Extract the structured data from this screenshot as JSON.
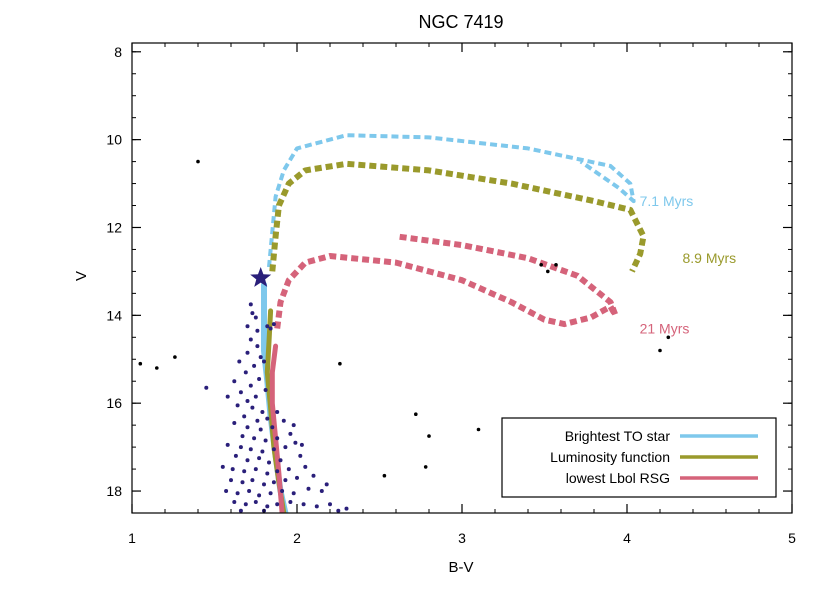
{
  "chart_data": {
    "type": "scatter",
    "title": "NGC 7419",
    "xlabel": "B-V",
    "ylabel": "V",
    "xlim": [
      1,
      5
    ],
    "ylim": [
      18.5,
      7.8
    ],
    "y_inverted": true,
    "grid": false,
    "legend_position": "bottom-right",
    "x_ticks": [
      "1",
      "2",
      "3",
      "4",
      "5"
    ],
    "y_ticks": [
      "8",
      "10",
      "12",
      "14",
      "16",
      "18"
    ],
    "colors": {
      "stars_member": "#2a1f7a",
      "stars_field": "#000000",
      "track_7_1": "#7ec8ec",
      "track_8_9": "#9a9a2c",
      "track_21": "#d5637a"
    },
    "isochrone_labels": [
      {
        "text": "7.1 Myrs",
        "color": "#7ec8ec",
        "x": 4.04,
        "y": 11.4
      },
      {
        "text": "8.9 Myrs",
        "color": "#9a9a2c",
        "x": 4.3,
        "y": 12.7
      },
      {
        "text": "21 Myrs",
        "color": "#d5637a",
        "x": 4.04,
        "y": 14.3
      }
    ],
    "legend": [
      {
        "label": "Brightest TO star",
        "color": "#7ec8ec"
      },
      {
        "label": "Luminosity function",
        "color": "#9a9a2c"
      },
      {
        "label": "lowest Lbol RSG",
        "color": "#d5637a"
      }
    ],
    "highlight_star": {
      "x": 1.78,
      "y": 13.15,
      "color": "#2a1f7a"
    },
    "series": [
      {
        "name": "Brightest TO star",
        "kind": "main-sequence",
        "color": "#7ec8ec",
        "width": 6,
        "points": [
          [
            1.8,
            13.3
          ],
          [
            1.8,
            14.0
          ],
          [
            1.8,
            14.8
          ],
          [
            1.82,
            15.5
          ],
          [
            1.84,
            16.3
          ],
          [
            1.87,
            17.2
          ],
          [
            1.9,
            18.0
          ],
          [
            1.93,
            18.5
          ]
        ]
      },
      {
        "name": "Brightest TO star",
        "kind": "evolved",
        "dashed": true,
        "color": "#7ec8ec",
        "width": 4,
        "points": [
          [
            1.83,
            12.9
          ],
          [
            1.85,
            12.1
          ],
          [
            1.87,
            11.3
          ],
          [
            1.92,
            10.7
          ],
          [
            2.0,
            10.2
          ],
          [
            2.3,
            9.9
          ],
          [
            2.8,
            9.95
          ],
          [
            3.4,
            10.2
          ],
          [
            3.9,
            10.6
          ],
          [
            4.02,
            11.0
          ],
          [
            4.04,
            11.4
          ],
          [
            3.95,
            11.1
          ],
          [
            3.72,
            10.5
          ]
        ]
      },
      {
        "name": "Luminosity function",
        "kind": "main-sequence",
        "color": "#9a9a2c",
        "width": 5,
        "points": [
          [
            1.84,
            13.9
          ],
          [
            1.83,
            14.6
          ],
          [
            1.82,
            15.3
          ],
          [
            1.84,
            16.1
          ],
          [
            1.86,
            17.0
          ],
          [
            1.89,
            17.8
          ],
          [
            1.92,
            18.5
          ]
        ]
      },
      {
        "name": "Luminosity function",
        "kind": "evolved",
        "dashed": true,
        "color": "#9a9a2c",
        "width": 6,
        "points": [
          [
            1.85,
            13.0
          ],
          [
            1.87,
            12.2
          ],
          [
            1.89,
            11.5
          ],
          [
            1.95,
            11.0
          ],
          [
            2.05,
            10.7
          ],
          [
            2.3,
            10.55
          ],
          [
            2.8,
            10.7
          ],
          [
            3.3,
            11.0
          ],
          [
            3.8,
            11.4
          ],
          [
            4.02,
            11.6
          ],
          [
            4.1,
            12.2
          ],
          [
            4.08,
            12.6
          ],
          [
            4.03,
            13.0
          ]
        ]
      },
      {
        "name": "lowest Lbol RSG",
        "kind": "main-sequence",
        "color": "#d5637a",
        "width": 5,
        "points": [
          [
            1.87,
            14.7
          ],
          [
            1.85,
            15.3
          ],
          [
            1.85,
            16.0
          ],
          [
            1.87,
            16.8
          ],
          [
            1.89,
            17.6
          ],
          [
            1.91,
            18.5
          ]
        ]
      },
      {
        "name": "lowest Lbol RSG",
        "kind": "evolved",
        "dashed": true,
        "color": "#d5637a",
        "width": 6,
        "points": [
          [
            1.88,
            14.3
          ],
          [
            1.9,
            13.7
          ],
          [
            1.95,
            13.2
          ],
          [
            2.05,
            12.8
          ],
          [
            2.2,
            12.65
          ],
          [
            2.6,
            12.8
          ],
          [
            3.0,
            13.2
          ],
          [
            3.3,
            13.7
          ],
          [
            3.5,
            14.1
          ],
          [
            3.62,
            14.2
          ],
          [
            3.78,
            14.05
          ],
          [
            3.9,
            13.8
          ],
          [
            3.93,
            14.0
          ],
          [
            3.9,
            13.7
          ],
          [
            3.7,
            13.1
          ],
          [
            3.4,
            12.7
          ],
          [
            3.0,
            12.4
          ],
          [
            2.6,
            12.2
          ]
        ]
      }
    ],
    "stars_member": [
      [
        1.72,
        13.75
      ],
      [
        1.73,
        13.95
      ],
      [
        1.75,
        14.05
      ],
      [
        1.7,
        14.25
      ],
      [
        1.76,
        14.35
      ],
      [
        1.82,
        14.25
      ],
      [
        1.86,
        14.2
      ],
      [
        1.84,
        14.3
      ],
      [
        1.72,
        14.55
      ],
      [
        1.76,
        14.7
      ],
      [
        1.7,
        14.85
      ],
      [
        1.78,
        14.95
      ],
      [
        1.65,
        15.05
      ],
      [
        1.74,
        15.15
      ],
      [
        1.8,
        15.05
      ],
      [
        1.69,
        15.3
      ],
      [
        1.77,
        15.45
      ],
      [
        1.72,
        15.6
      ],
      [
        1.62,
        15.5
      ],
      [
        1.66,
        15.75
      ],
      [
        1.75,
        15.85
      ],
      [
        1.81,
        15.7
      ],
      [
        1.7,
        15.95
      ],
      [
        1.45,
        15.65
      ],
      [
        1.58,
        15.85
      ],
      [
        1.64,
        16.05
      ],
      [
        1.73,
        16.1
      ],
      [
        1.79,
        16.2
      ],
      [
        1.68,
        16.3
      ],
      [
        1.76,
        16.4
      ],
      [
        1.82,
        16.35
      ],
      [
        1.88,
        16.2
      ],
      [
        1.62,
        16.45
      ],
      [
        1.7,
        16.55
      ],
      [
        1.78,
        16.6
      ],
      [
        1.85,
        16.55
      ],
      [
        1.92,
        16.4
      ],
      [
        1.67,
        16.75
      ],
      [
        1.74,
        16.8
      ],
      [
        1.81,
        16.85
      ],
      [
        1.96,
        16.7
      ],
      [
        1.88,
        16.8
      ],
      [
        1.58,
        16.95
      ],
      [
        1.66,
        17.0
      ],
      [
        1.72,
        17.05
      ],
      [
        1.79,
        17.1
      ],
      [
        1.86,
        17.05
      ],
      [
        1.93,
        17.0
      ],
      [
        1.99,
        16.9
      ],
      [
        1.63,
        17.2
      ],
      [
        1.7,
        17.3
      ],
      [
        1.77,
        17.25
      ],
      [
        1.83,
        17.35
      ],
      [
        1.9,
        17.3
      ],
      [
        2.02,
        17.2
      ],
      [
        1.55,
        17.45
      ],
      [
        1.61,
        17.5
      ],
      [
        1.68,
        17.55
      ],
      [
        1.75,
        17.5
      ],
      [
        1.82,
        17.6
      ],
      [
        1.88,
        17.55
      ],
      [
        1.95,
        17.5
      ],
      [
        2.05,
        17.45
      ],
      [
        1.6,
        17.75
      ],
      [
        1.67,
        17.8
      ],
      [
        1.73,
        17.75
      ],
      [
        1.8,
        17.85
      ],
      [
        1.86,
        17.8
      ],
      [
        1.93,
        17.75
      ],
      [
        2.0,
        17.7
      ],
      [
        2.1,
        17.65
      ],
      [
        1.57,
        18.0
      ],
      [
        1.64,
        18.05
      ],
      [
        1.71,
        18.0
      ],
      [
        1.77,
        18.1
      ],
      [
        1.84,
        18.05
      ],
      [
        1.91,
        18.0
      ],
      [
        1.98,
        18.05
      ],
      [
        2.07,
        17.95
      ],
      [
        2.15,
        18.0
      ],
      [
        1.62,
        18.25
      ],
      [
        1.69,
        18.3
      ],
      [
        1.75,
        18.25
      ],
      [
        1.82,
        18.35
      ],
      [
        1.88,
        18.3
      ],
      [
        1.96,
        18.25
      ],
      [
        2.04,
        18.3
      ],
      [
        2.12,
        18.35
      ],
      [
        2.2,
        18.3
      ],
      [
        1.66,
        18.45
      ],
      [
        1.8,
        18.45
      ],
      [
        2.25,
        18.45
      ],
      [
        2.18,
        17.85
      ],
      [
        2.3,
        18.4
      ],
      [
        1.98,
        16.5
      ],
      [
        2.03,
        16.95
      ]
    ],
    "stars_field": [
      [
        1.4,
        10.5
      ],
      [
        1.05,
        15.1
      ],
      [
        1.15,
        15.2
      ],
      [
        1.26,
        14.95
      ],
      [
        2.26,
        15.1
      ],
      [
        2.72,
        16.25
      ],
      [
        2.8,
        16.75
      ],
      [
        3.1,
        16.6
      ],
      [
        2.53,
        17.65
      ],
      [
        2.78,
        17.45
      ],
      [
        3.48,
        12.85
      ],
      [
        3.57,
        12.85
      ],
      [
        3.52,
        13.0
      ],
      [
        4.2,
        14.8
      ],
      [
        4.25,
        14.5
      ]
    ]
  }
}
